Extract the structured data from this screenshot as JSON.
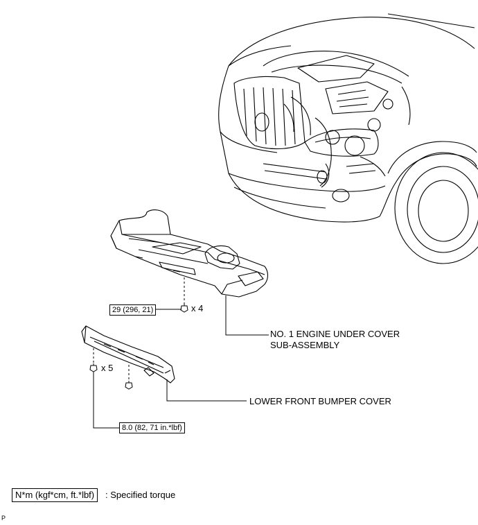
{
  "torque_callouts": {
    "engine_cover_bolt": "29 (296, 21)",
    "bumper_bolt": "8.0 (82, 71 in.*lbf)"
  },
  "quantities": {
    "engine_cover_bolts": "x 4",
    "bumper_bolts": "x 5"
  },
  "parts": {
    "engine_under_cover_line1": "NO. 1 ENGINE UNDER COVER",
    "engine_under_cover_line2": "SUB-ASSEMBLY",
    "lower_front_bumper_cover": "LOWER FRONT BUMPER COVER"
  },
  "legend": {
    "unit_box": "N*m (kgf*cm, ft.*lbf)",
    "description": ": Specified torque"
  },
  "corner_mark": "P"
}
